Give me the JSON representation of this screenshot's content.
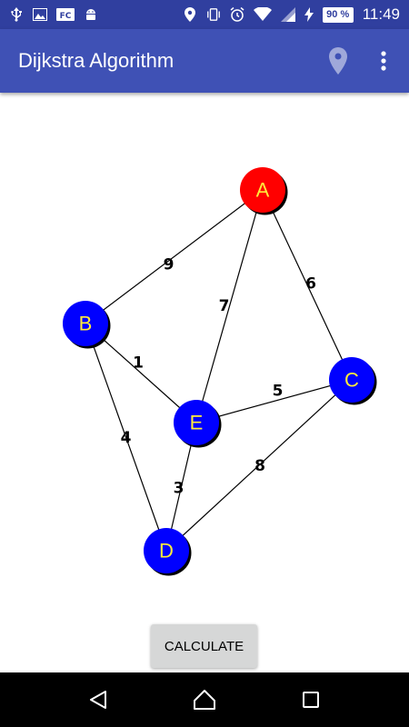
{
  "status_bar": {
    "time": "11:49",
    "battery": "90 %",
    "icons_left": [
      "usb-icon",
      "image-icon",
      "fc-icon",
      "android-icon"
    ],
    "icons_right": [
      "location-icon",
      "vibrate-icon",
      "alarm-icon",
      "wifi-icon",
      "signal-icon",
      "charging-icon"
    ],
    "left_labels": {
      "fc": "FC"
    }
  },
  "app_bar": {
    "title": "Dijkstra Algorithm",
    "color": "#3F51B5",
    "actions": [
      "location-pin-icon",
      "more-vert-icon"
    ]
  },
  "graph": {
    "nodes": [
      {
        "id": "A",
        "label": "A",
        "fill": "#FF0000",
        "text_color": "#FFEB3B"
      },
      {
        "id": "B",
        "label": "B",
        "fill": "#0000FF",
        "text_color": "#FFEB3B"
      },
      {
        "id": "C",
        "label": "C",
        "fill": "#0000FF",
        "text_color": "#FFEB3B"
      },
      {
        "id": "D",
        "label": "D",
        "fill": "#0000FF",
        "text_color": "#FFEB3B"
      },
      {
        "id": "E",
        "label": "E",
        "fill": "#0000FF",
        "text_color": "#FFEB3B"
      }
    ],
    "edges": [
      {
        "from": "A",
        "to": "B",
        "weight": "9"
      },
      {
        "from": "A",
        "to": "E",
        "weight": "7"
      },
      {
        "from": "A",
        "to": "C",
        "weight": "6"
      },
      {
        "from": "B",
        "to": "E",
        "weight": "1"
      },
      {
        "from": "B",
        "to": "D",
        "weight": "4"
      },
      {
        "from": "E",
        "to": "C",
        "weight": "5"
      },
      {
        "from": "E",
        "to": "D",
        "weight": "3"
      },
      {
        "from": "C",
        "to": "D",
        "weight": "8"
      }
    ]
  },
  "calculate_button": {
    "label": "CALCULATE"
  },
  "nav_bar": {
    "buttons": [
      "back-icon",
      "home-icon",
      "recents-icon"
    ]
  }
}
